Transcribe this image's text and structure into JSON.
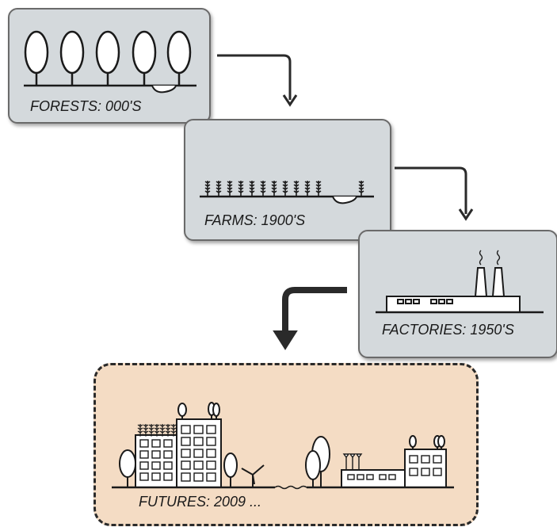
{
  "panels": {
    "forests": {
      "label": "FORESTS: 000'S"
    },
    "farms": {
      "label": "FARMS: 1900'S"
    },
    "factories": {
      "label": "FACTORIES: 1950'S"
    },
    "futures": {
      "label": "FUTURES: 2009 ..."
    }
  },
  "colors": {
    "panel_fill": "#d4d9dc",
    "future_fill": "#f4dcc4",
    "line": "#2a2a2a"
  }
}
